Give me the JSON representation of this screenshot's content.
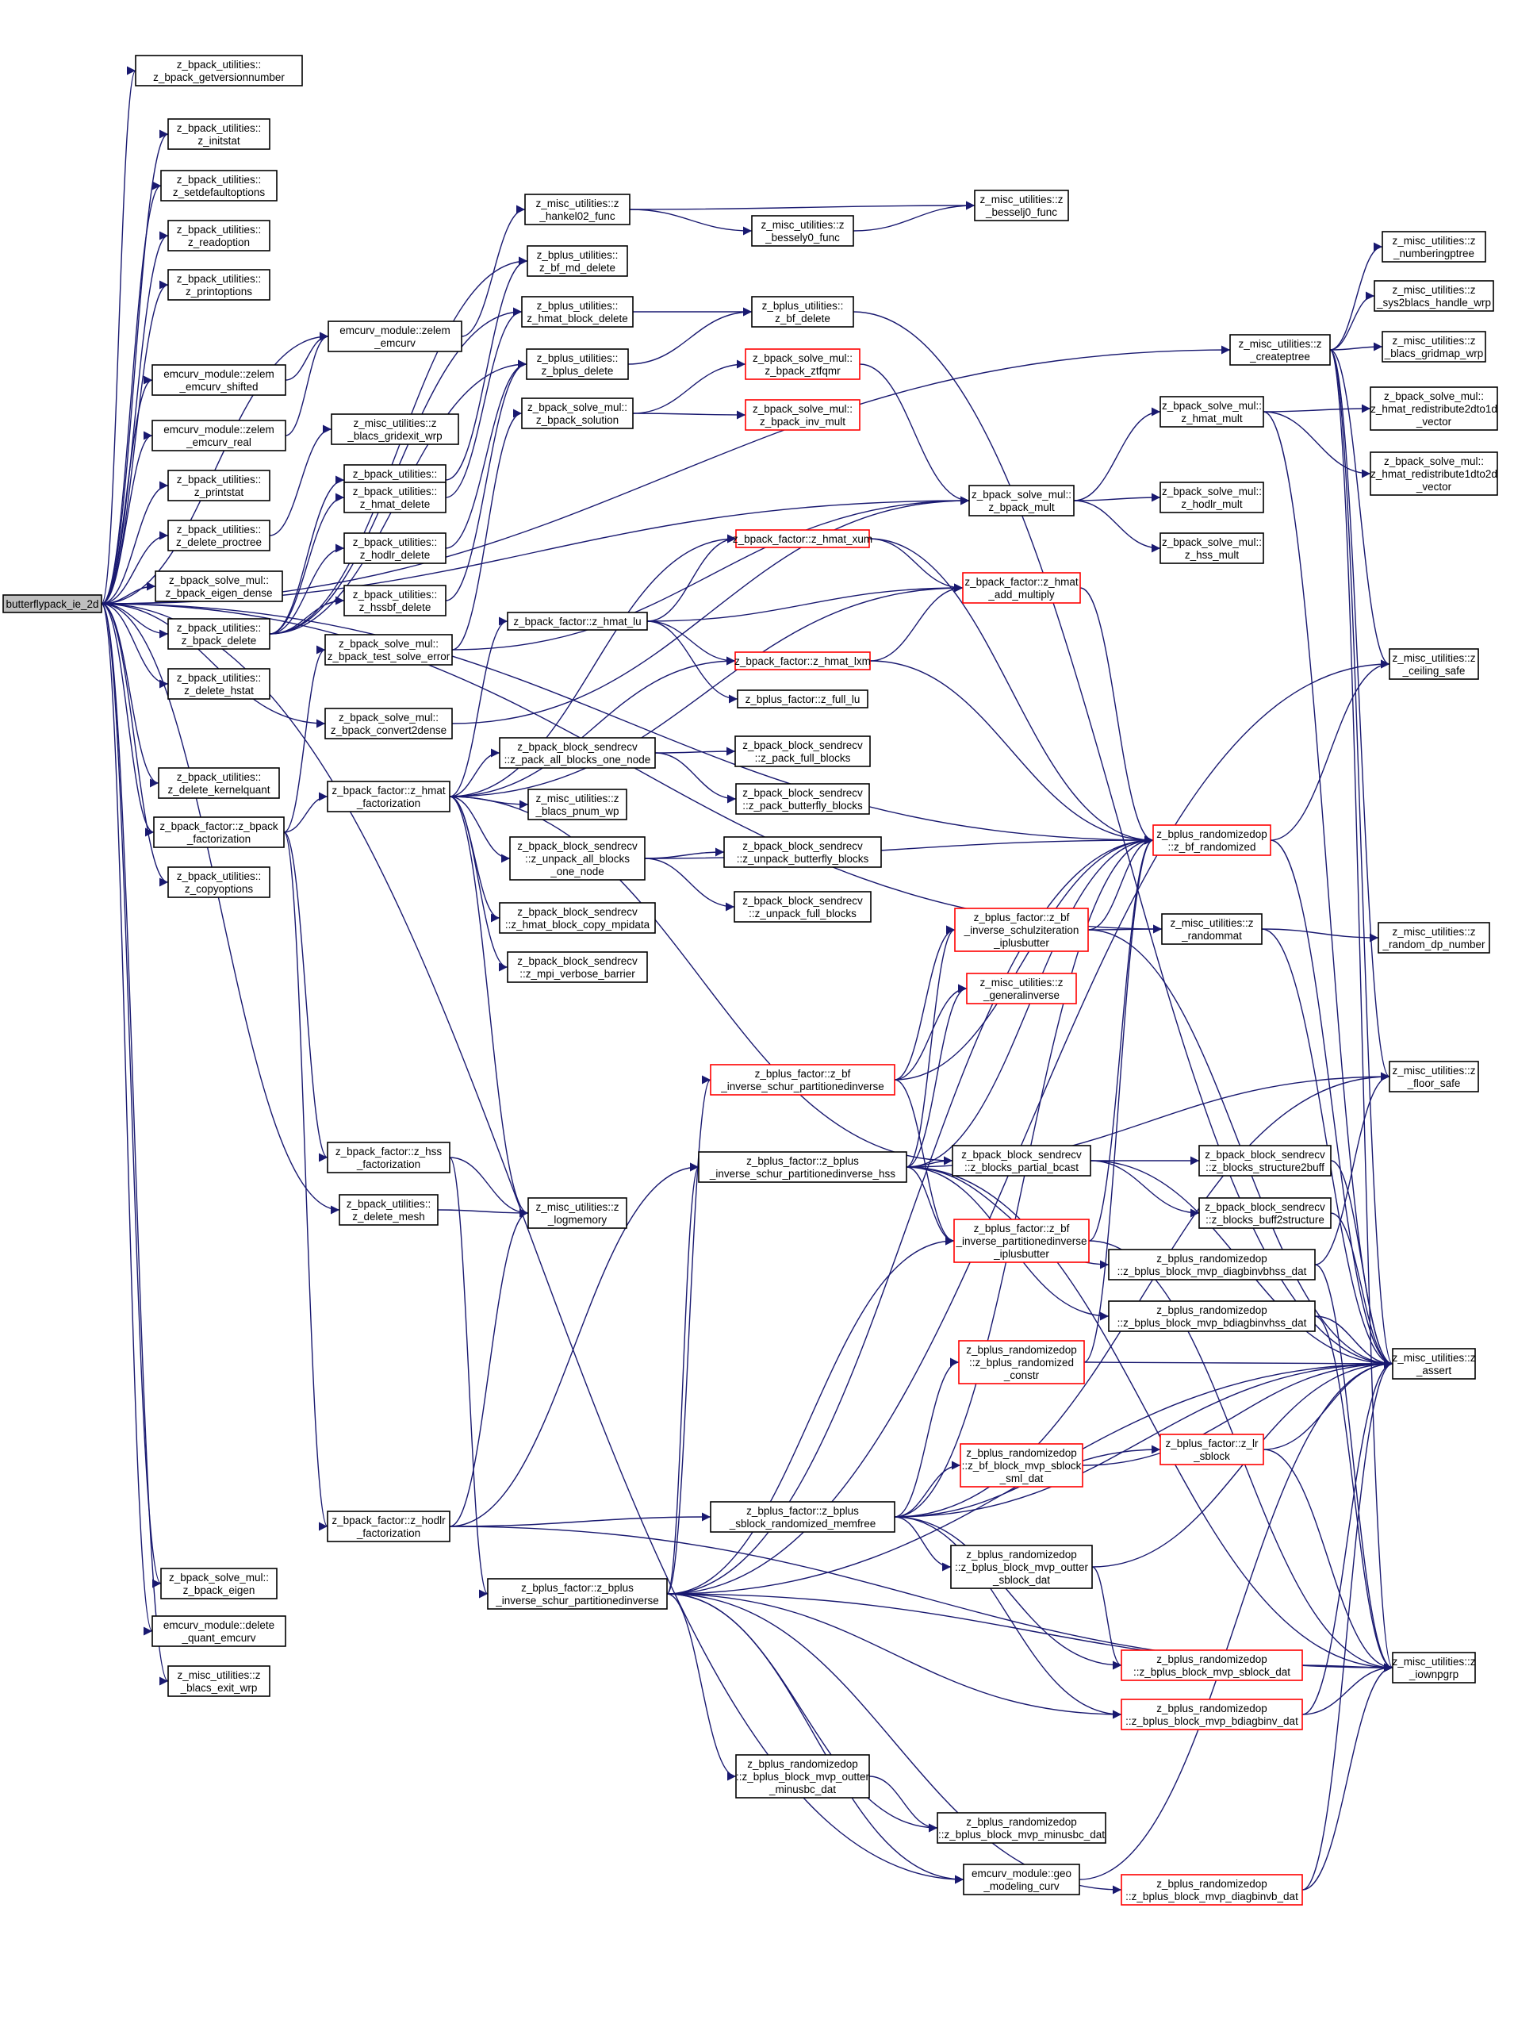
{
  "colors": {
    "edge": "#191970",
    "node_border": "#000000",
    "node_border_incomplete": "#ff0000",
    "root_fill": "#bfbfbf",
    "node_fill": "#ffffff"
  },
  "nodes": [
    {
      "id": "root",
      "label": [
        "butterflypack_ie_2d"
      ],
      "status": "root"
    },
    {
      "id": "n1",
      "label": [
        "z_bpack_utilities::",
        "z_bpack_getversionnumber"
      ]
    },
    {
      "id": "n2",
      "label": [
        "z_bpack_utilities::",
        "z_initstat"
      ]
    },
    {
      "id": "n3",
      "label": [
        "z_bpack_utilities::",
        "z_setdefaultoptions"
      ]
    },
    {
      "id": "n4",
      "label": [
        "z_bpack_utilities::",
        "z_readoption"
      ]
    },
    {
      "id": "n5",
      "label": [
        "z_bpack_utilities::",
        "z_printoptions"
      ]
    },
    {
      "id": "n6",
      "label": [
        "emcurv_module::zelem",
        "_emcurv_shifted"
      ]
    },
    {
      "id": "n7",
      "label": [
        "emcurv_module::zelem",
        "_emcurv_real"
      ]
    },
    {
      "id": "n8",
      "label": [
        "z_bpack_utilities::",
        "z_printstat"
      ]
    },
    {
      "id": "n9",
      "label": [
        "z_bpack_utilities::",
        "z_delete_proctree"
      ]
    },
    {
      "id": "n10",
      "label": [
        "z_bpack_solve_mul::",
        "z_bpack_eigen_dense"
      ]
    },
    {
      "id": "n11",
      "label": [
        "z_bpack_utilities::",
        "z_bpack_delete"
      ]
    },
    {
      "id": "n12",
      "label": [
        "z_bpack_utilities::",
        "z_delete_hstat"
      ]
    },
    {
      "id": "n13",
      "label": [
        "z_bpack_utilities::",
        "z_delete_kernelquant"
      ]
    },
    {
      "id": "n14",
      "label": [
        "z_bpack_factor::z_bpack",
        "_factorization"
      ]
    },
    {
      "id": "n15",
      "label": [
        "z_bpack_utilities::",
        "z_copyoptions"
      ]
    },
    {
      "id": "n16",
      "label": [
        "z_bpack_solve_mul::",
        "z_bpack_eigen"
      ]
    },
    {
      "id": "n17",
      "label": [
        "emcurv_module::delete",
        "_quant_emcurv"
      ]
    },
    {
      "id": "n18",
      "label": [
        "z_misc_utilities::z",
        "_blacs_exit_wrp"
      ]
    },
    {
      "id": "n19",
      "label": [
        "emcurv_module::zelem",
        "_emcurv"
      ]
    },
    {
      "id": "n20",
      "label": [
        "z_misc_utilities::z",
        "_blacs_gridexit_wrp"
      ]
    },
    {
      "id": "n21",
      "label": [
        "z_bpack_utilities::",
        "z_hssbf_md_delete"
      ]
    },
    {
      "id": "n22",
      "label": [
        "z_bpack_utilities::",
        "z_hmat_delete"
      ]
    },
    {
      "id": "n23",
      "label": [
        "z_bpack_utilities::",
        "z_hodlr_delete"
      ]
    },
    {
      "id": "n24",
      "label": [
        "z_bpack_utilities::",
        "z_hssbf_delete"
      ]
    },
    {
      "id": "n25",
      "label": [
        "z_bpack_solve_mul::",
        "z_bpack_test_solve_error"
      ]
    },
    {
      "id": "n26",
      "label": [
        "z_bpack_solve_mul::",
        "z_bpack_convert2dense"
      ]
    },
    {
      "id": "n27",
      "label": [
        "z_bpack_factor::z_hmat",
        "_factorization"
      ]
    },
    {
      "id": "n28",
      "label": [
        "z_bpack_factor::z_hss",
        "_factorization"
      ]
    },
    {
      "id": "n29",
      "label": [
        "z_bpack_utilities::",
        "z_delete_mesh"
      ]
    },
    {
      "id": "n30",
      "label": [
        "z_bpack_factor::z_hodlr",
        "_factorization"
      ]
    },
    {
      "id": "n31",
      "label": [
        "z_misc_utilities::z",
        "_hankel02_func"
      ]
    },
    {
      "id": "n32",
      "label": [
        "z_bplus_utilities::",
        "z_bf_md_delete"
      ]
    },
    {
      "id": "n33",
      "label": [
        "z_bplus_utilities::",
        "z_hmat_block_delete"
      ]
    },
    {
      "id": "n34",
      "label": [
        "z_bplus_utilities::",
        "z_bplus_delete"
      ]
    },
    {
      "id": "n35",
      "label": [
        "z_bpack_solve_mul::",
        "z_bpack_solution"
      ]
    },
    {
      "id": "n36",
      "label": [
        "z_bpack_factor::z_hmat_lu"
      ]
    },
    {
      "id": "n37",
      "label": [
        "z_bpack_block_sendrecv",
        "::z_pack_all_blocks_one_node"
      ]
    },
    {
      "id": "n38",
      "label": [
        "z_misc_utilities::z",
        "_blacs_pnum_wp"
      ]
    },
    {
      "id": "n39",
      "label": [
        "z_bpack_block_sendrecv",
        "::z_unpack_all_blocks",
        "_one_node"
      ]
    },
    {
      "id": "n40",
      "label": [
        "z_bpack_block_sendrecv",
        "::z_hmat_block_copy_mpidata"
      ]
    },
    {
      "id": "n41",
      "label": [
        "z_bpack_block_sendrecv",
        "::z_mpi_verbose_barrier"
      ]
    },
    {
      "id": "n42",
      "label": [
        "z_misc_utilities::z",
        "_logmemory"
      ]
    },
    {
      "id": "n43",
      "label": [
        "z_bplus_factor::z_bplus",
        "_inverse_schur_partitionedinverse"
      ]
    },
    {
      "id": "n44",
      "label": [
        "z_misc_utilities::z",
        "_besselj0_func"
      ]
    },
    {
      "id": "n45",
      "label": [
        "z_misc_utilities::z",
        "_bessely0_func"
      ]
    },
    {
      "id": "n46",
      "label": [
        "z_bplus_utilities::",
        "z_bf_delete"
      ]
    },
    {
      "id": "n47",
      "label": [
        "z_bpack_solve_mul::",
        "z_bpack_ztfqmr"
      ],
      "status": "incomplete"
    },
    {
      "id": "n48",
      "label": [
        "z_bpack_solve_mul::",
        "z_bpack_inv_mult"
      ],
      "status": "incomplete"
    },
    {
      "id": "n49",
      "label": [
        "z_bpack_factor::z_hmat_xum"
      ],
      "status": "incomplete"
    },
    {
      "id": "n50",
      "label": [
        "z_bpack_factor::z_hmat_lxm"
      ],
      "status": "incomplete"
    },
    {
      "id": "n51",
      "label": [
        "z_bplus_factor::z_full_lu"
      ]
    },
    {
      "id": "n52",
      "label": [
        "z_bpack_block_sendrecv",
        "::z_pack_full_blocks"
      ]
    },
    {
      "id": "n53",
      "label": [
        "z_bpack_block_sendrecv",
        "::z_pack_butterfly_blocks"
      ]
    },
    {
      "id": "n54",
      "label": [
        "z_bpack_block_sendrecv",
        "::z_unpack_butterfly_blocks"
      ]
    },
    {
      "id": "n55",
      "label": [
        "z_bpack_block_sendrecv",
        "::z_unpack_full_blocks"
      ]
    },
    {
      "id": "n56",
      "label": [
        "z_bplus_factor::z_bf",
        "_inverse_schur_partitionedinverse"
      ],
      "status": "incomplete"
    },
    {
      "id": "n57",
      "label": [
        "z_bplus_factor::z_bplus",
        "_inverse_schur_partitionedinverse_hss"
      ]
    },
    {
      "id": "n58",
      "label": [
        "z_bplus_factor::z_bplus",
        "_sblock_randomized_memfree"
      ]
    },
    {
      "id": "n59",
      "label": [
        "z_bplus_randomizedop",
        "::z_bplus_block_mvp_outter",
        "_minusbc_dat"
      ]
    },
    {
      "id": "n60",
      "label": [
        "emcurv_module::geo",
        "_modeling_curv"
      ]
    },
    {
      "id": "n61",
      "label": [
        "z_bpack_solve_mul::",
        "z_bpack_mult"
      ]
    },
    {
      "id": "n62",
      "label": [
        "z_bpack_factor::z_hmat",
        "_add_multiply"
      ],
      "status": "incomplete"
    },
    {
      "id": "n63",
      "label": [
        "z_bplus_randomizedop",
        "::z_bf_randomized"
      ],
      "status": "incomplete"
    },
    {
      "id": "n64",
      "label": [
        "z_bplus_factor::z_bf",
        "_inverse_schulziteration",
        "_iplusbutter"
      ],
      "status": "incomplete"
    },
    {
      "id": "n65",
      "label": [
        "z_misc_utilities::z",
        "_generalinverse"
      ],
      "status": "incomplete"
    },
    {
      "id": "n66",
      "label": [
        "z_bpack_block_sendrecv",
        "::z_blocks_partial_bcast"
      ]
    },
    {
      "id": "n67",
      "label": [
        "z_bplus_factor::z_bf",
        "_inverse_partitionedinverse",
        "_iplusbutter"
      ],
      "status": "incomplete"
    },
    {
      "id": "n68",
      "label": [
        "z_bplus_randomizedop",
        "::z_bplus_randomized",
        "_constr"
      ],
      "status": "incomplete"
    },
    {
      "id": "n69",
      "label": [
        "z_bplus_randomizedop",
        "::z_bf_block_mvp_sblock",
        "_sml_dat"
      ],
      "status": "incomplete"
    },
    {
      "id": "n70",
      "label": [
        "z_bplus_randomizedop",
        "::z_bplus_block_mvp_outter",
        "_sblock_dat"
      ]
    },
    {
      "id": "n71",
      "label": [
        "z_bplus_randomizedop",
        "::z_bplus_block_mvp_minusbc_dat"
      ]
    },
    {
      "id": "n72",
      "label": [
        "z_misc_utilities::z",
        "_createptree"
      ]
    },
    {
      "id": "n73",
      "label": [
        "z_bpack_solve_mul::",
        "z_hmat_mult"
      ]
    },
    {
      "id": "n74",
      "label": [
        "z_bpack_solve_mul::",
        "z_hodlr_mult"
      ]
    },
    {
      "id": "n75",
      "label": [
        "z_bpack_solve_mul::",
        "z_hss_mult"
      ]
    },
    {
      "id": "n76",
      "label": [
        "z_misc_utilities::z",
        "_randommat"
      ]
    },
    {
      "id": "n77",
      "label": [
        "z_bpack_block_sendrecv",
        "::z_blocks_structure2buff"
      ]
    },
    {
      "id": "n78",
      "label": [
        "z_bpack_block_sendrecv",
        "::z_blocks_buff2structure"
      ]
    },
    {
      "id": "n79",
      "label": [
        "z_bplus_randomizedop",
        "::z_bplus_block_mvp_diagbinvbhss_dat"
      ]
    },
    {
      "id": "n80",
      "label": [
        "z_bplus_randomizedop",
        "::z_bplus_block_mvp_bdiagbinvhss_dat"
      ]
    },
    {
      "id": "n81",
      "label": [
        "z_bplus_factor::z_lr",
        "_sblock"
      ],
      "status": "incomplete"
    },
    {
      "id": "n82",
      "label": [
        "z_bplus_randomizedop",
        "::z_bplus_block_mvp_sblock_dat"
      ],
      "status": "incomplete"
    },
    {
      "id": "n83",
      "label": [
        "z_bplus_randomizedop",
        "::z_bplus_block_mvp_bdiagbinv_dat"
      ],
      "status": "incomplete"
    },
    {
      "id": "n84",
      "label": [
        "z_bplus_randomizedop",
        "::z_bplus_block_mvp_diagbinvb_dat"
      ],
      "status": "incomplete"
    },
    {
      "id": "n85",
      "label": [
        "z_misc_utilities::z",
        "_numberingptree"
      ]
    },
    {
      "id": "n86",
      "label": [
        "z_misc_utilities::z",
        "_sys2blacs_handle_wrp"
      ]
    },
    {
      "id": "n87",
      "label": [
        "z_misc_utilities::z",
        "_blacs_gridmap_wrp"
      ]
    },
    {
      "id": "n88",
      "label": [
        "z_bpack_solve_mul::",
        "z_hmat_redistribute2dto1d",
        "_vector"
      ]
    },
    {
      "id": "n89",
      "label": [
        "z_bpack_solve_mul::",
        "z_hmat_redistribute1dto2d",
        "_vector"
      ]
    },
    {
      "id": "n90",
      "label": [
        "z_misc_utilities::z",
        "_ceiling_safe"
      ]
    },
    {
      "id": "n91",
      "label": [
        "z_misc_utilities::z",
        "_random_dp_number"
      ]
    },
    {
      "id": "n92",
      "label": [
        "z_misc_utilities::z",
        "_floor_safe"
      ]
    },
    {
      "id": "n93",
      "label": [
        "z_misc_utilities::z",
        "_assert"
      ]
    },
    {
      "id": "n94",
      "label": [
        "z_misc_utilities::z",
        "_iownpgrp"
      ]
    }
  ],
  "edges": [
    [
      "root",
      "n1"
    ],
    [
      "root",
      "n2"
    ],
    [
      "root",
      "n3"
    ],
    [
      "root",
      "n4"
    ],
    [
      "root",
      "n5"
    ],
    [
      "root",
      "n19"
    ],
    [
      "root",
      "n6"
    ],
    [
      "root",
      "n7"
    ],
    [
      "root",
      "n8"
    ],
    [
      "root",
      "n9"
    ],
    [
      "root",
      "n10"
    ],
    [
      "root",
      "n11"
    ],
    [
      "root",
      "n12"
    ],
    [
      "root",
      "n26"
    ],
    [
      "root",
      "n13"
    ],
    [
      "root",
      "n14"
    ],
    [
      "root",
      "n15"
    ],
    [
      "root",
      "n29"
    ],
    [
      "root",
      "n16"
    ],
    [
      "root",
      "n17"
    ],
    [
      "root",
      "n18"
    ],
    [
      "root",
      "n60"
    ],
    [
      "root",
      "n72"
    ],
    [
      "root",
      "n61"
    ],
    [
      "root",
      "n63"
    ],
    [
      "root",
      "n76"
    ],
    [
      "n6",
      "n19"
    ],
    [
      "n7",
      "n19"
    ],
    [
      "n9",
      "n20"
    ],
    [
      "n11",
      "n21"
    ],
    [
      "n11",
      "n22"
    ],
    [
      "n11",
      "n23"
    ],
    [
      "n11",
      "n24"
    ],
    [
      "n11",
      "n34"
    ],
    [
      "n11",
      "n32"
    ],
    [
      "n11",
      "n33"
    ],
    [
      "n14",
      "n25"
    ],
    [
      "n14",
      "n27"
    ],
    [
      "n14",
      "n28"
    ],
    [
      "n14",
      "n30"
    ],
    [
      "n19",
      "n31"
    ],
    [
      "n31",
      "n44"
    ],
    [
      "n31",
      "n45"
    ],
    [
      "n45",
      "n44"
    ],
    [
      "n21",
      "n32"
    ],
    [
      "n22",
      "n33"
    ],
    [
      "n23",
      "n34"
    ],
    [
      "n24",
      "n34"
    ],
    [
      "n33",
      "n46"
    ],
    [
      "n34",
      "n46"
    ],
    [
      "n46",
      "n93"
    ],
    [
      "n25",
      "n35"
    ],
    [
      "n25",
      "n61"
    ],
    [
      "n35",
      "n47"
    ],
    [
      "n35",
      "n48"
    ],
    [
      "n47",
      "n61"
    ],
    [
      "n26",
      "n61"
    ],
    [
      "n27",
      "n36"
    ],
    [
      "n27",
      "n37"
    ],
    [
      "n27",
      "n38"
    ],
    [
      "n27",
      "n39"
    ],
    [
      "n27",
      "n40"
    ],
    [
      "n27",
      "n41"
    ],
    [
      "n27",
      "n42"
    ],
    [
      "n27",
      "n49"
    ],
    [
      "n27",
      "n50"
    ],
    [
      "n27",
      "n62"
    ],
    [
      "n27",
      "n66"
    ],
    [
      "n36",
      "n49"
    ],
    [
      "n36",
      "n50"
    ],
    [
      "n36",
      "n51"
    ],
    [
      "n36",
      "n62"
    ],
    [
      "n49",
      "n62"
    ],
    [
      "n49",
      "n63"
    ],
    [
      "n50",
      "n62"
    ],
    [
      "n50",
      "n63"
    ],
    [
      "n62",
      "n63"
    ],
    [
      "n37",
      "n52"
    ],
    [
      "n37",
      "n53"
    ],
    [
      "n39",
      "n54"
    ],
    [
      "n39",
      "n55"
    ],
    [
      "n39",
      "n63"
    ],
    [
      "n28",
      "n43"
    ],
    [
      "n28",
      "n42"
    ],
    [
      "n29",
      "n42"
    ],
    [
      "n30",
      "n42"
    ],
    [
      "n30",
      "n58"
    ],
    [
      "n30",
      "n57"
    ],
    [
      "n30",
      "n94"
    ],
    [
      "n43",
      "n56"
    ],
    [
      "n43",
      "n57"
    ],
    [
      "n43",
      "n59"
    ],
    [
      "n43",
      "n71"
    ],
    [
      "n43",
      "n83"
    ],
    [
      "n43",
      "n84"
    ],
    [
      "n43",
      "n90"
    ],
    [
      "n43",
      "n94"
    ],
    [
      "n43",
      "n93"
    ],
    [
      "n43",
      "n63"
    ],
    [
      "n43",
      "n67"
    ],
    [
      "n43",
      "n60"
    ],
    [
      "n56",
      "n64"
    ],
    [
      "n56",
      "n63"
    ],
    [
      "n56",
      "n67"
    ],
    [
      "n64",
      "n63"
    ],
    [
      "n64",
      "n76"
    ],
    [
      "n64",
      "n93"
    ],
    [
      "n56",
      "n65"
    ],
    [
      "n57",
      "n63"
    ],
    [
      "n57",
      "n64"
    ],
    [
      "n57",
      "n65"
    ],
    [
      "n57",
      "n66"
    ],
    [
      "n57",
      "n67"
    ],
    [
      "n57",
      "n79"
    ],
    [
      "n57",
      "n80"
    ],
    [
      "n57",
      "n92"
    ],
    [
      "n57",
      "n94"
    ],
    [
      "n58",
      "n63"
    ],
    [
      "n58",
      "n68"
    ],
    [
      "n58",
      "n69"
    ],
    [
      "n58",
      "n70"
    ],
    [
      "n58",
      "n81"
    ],
    [
      "n58",
      "n82"
    ],
    [
      "n58",
      "n83"
    ],
    [
      "n58",
      "n93"
    ],
    [
      "n58",
      "n92"
    ],
    [
      "n59",
      "n71"
    ],
    [
      "n60",
      "n93"
    ],
    [
      "n61",
      "n73"
    ],
    [
      "n61",
      "n74"
    ],
    [
      "n61",
      "n75"
    ],
    [
      "n73",
      "n88"
    ],
    [
      "n73",
      "n89"
    ],
    [
      "n73",
      "n93"
    ],
    [
      "n63",
      "n90"
    ],
    [
      "n63",
      "n93"
    ],
    [
      "n67",
      "n63"
    ],
    [
      "n67",
      "n94"
    ],
    [
      "n68",
      "n63"
    ],
    [
      "n68",
      "n93"
    ],
    [
      "n69",
      "n93"
    ],
    [
      "n70",
      "n82"
    ],
    [
      "n70",
      "n93"
    ],
    [
      "n66",
      "n77"
    ],
    [
      "n66",
      "n78"
    ],
    [
      "n66",
      "n93"
    ],
    [
      "n77",
      "n93"
    ],
    [
      "n78",
      "n93"
    ],
    [
      "n79",
      "n92"
    ],
    [
      "n79",
      "n94"
    ],
    [
      "n80",
      "n93"
    ],
    [
      "n80",
      "n94"
    ],
    [
      "n81",
      "n93"
    ],
    [
      "n81",
      "n94"
    ],
    [
      "n82",
      "n94"
    ],
    [
      "n83",
      "n94"
    ],
    [
      "n83",
      "n93"
    ],
    [
      "n84",
      "n93"
    ],
    [
      "n84",
      "n94"
    ],
    [
      "n72",
      "n85"
    ],
    [
      "n72",
      "n86"
    ],
    [
      "n72",
      "n87"
    ],
    [
      "n72",
      "n90"
    ],
    [
      "n72",
      "n92"
    ],
    [
      "n72",
      "n93"
    ],
    [
      "n72",
      "n94"
    ],
    [
      "n76",
      "n91"
    ],
    [
      "n76",
      "n93"
    ]
  ]
}
